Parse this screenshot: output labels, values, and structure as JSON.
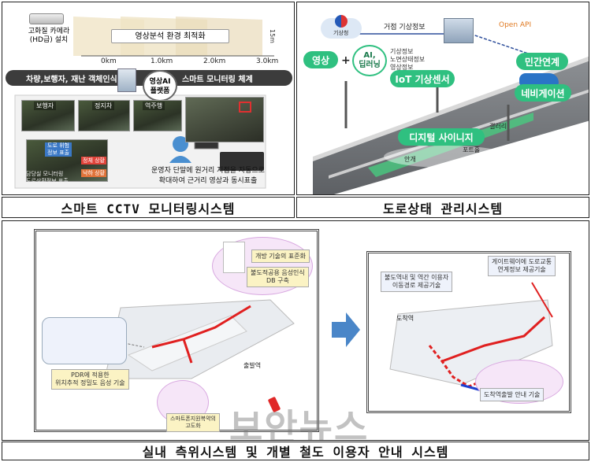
{
  "top_left": {
    "camera_label": "고화질 카메라\n(HD급) 설치",
    "banner": "영상분석 환경 최적화",
    "height_mark": "15m",
    "distances": [
      "0km",
      "1.0km",
      "2.0km",
      "3.0km"
    ],
    "left_bar": "차량,보행자, 재난 객체인식",
    "right_bar": "스마트 모니터링 체계",
    "hub_label": "영상AI\n플랫폼",
    "thumb_labels": [
      "보행자",
      "정지차",
      "역주행"
    ],
    "alert_labels": [
      "도로 위험 정보 표출",
      "정체 상황",
      "낙하 상황"
    ],
    "side_note": "담당실 모니터링\n도로상황정보 표출",
    "footer_note": "운영자 단말에 원거리 지점을 자동으로\n확대하여 근거리 영상과 동시표출"
  },
  "top_right": {
    "ministry_label": "기상청",
    "info_label": "거점 기상정보",
    "open_api": "Open API",
    "video": "영상",
    "ai": "AI,\n딥러닝",
    "sensor_list": "기상정보\n노면상태정보\n영상정보",
    "iot": "IoT 기상센서",
    "private": "민간연계",
    "navigation": "네비게이션",
    "signage": "디지털 사이니지",
    "gallery": "갤러리",
    "pothole": "포트홀",
    "fog": "안개"
  },
  "bottom": {
    "left_notes": [
      "개방 기술의 표준화",
      "불도적공용 음성인식\nDB 구축",
      "PDR에 적용한\n위치추적 정밀도 음성 기술",
      "스마트폰지원복약의\n고도화"
    ],
    "station_label": "출발역",
    "right_notes": [
      "불도역내 및 역간 이용자\n이동경로 제공기술",
      "게이트웨이에 도로교통\n연계정보 제공기술",
      "도착역",
      "도착역출발 안내 기술"
    ]
  },
  "captions": {
    "top_left": "스마트 CCTV 모니터링시스템",
    "top_right": "도로상태 관리시스템",
    "bottom": "실내 측위시스템 및 개별 철도 이용자 안내 시스템"
  },
  "watermark": "보안뉴스",
  "colors": {
    "green": "#2fc080",
    "blue_arrow": "#4a86c8",
    "route_red": "#e02020",
    "pink": "#e46ae0"
  }
}
